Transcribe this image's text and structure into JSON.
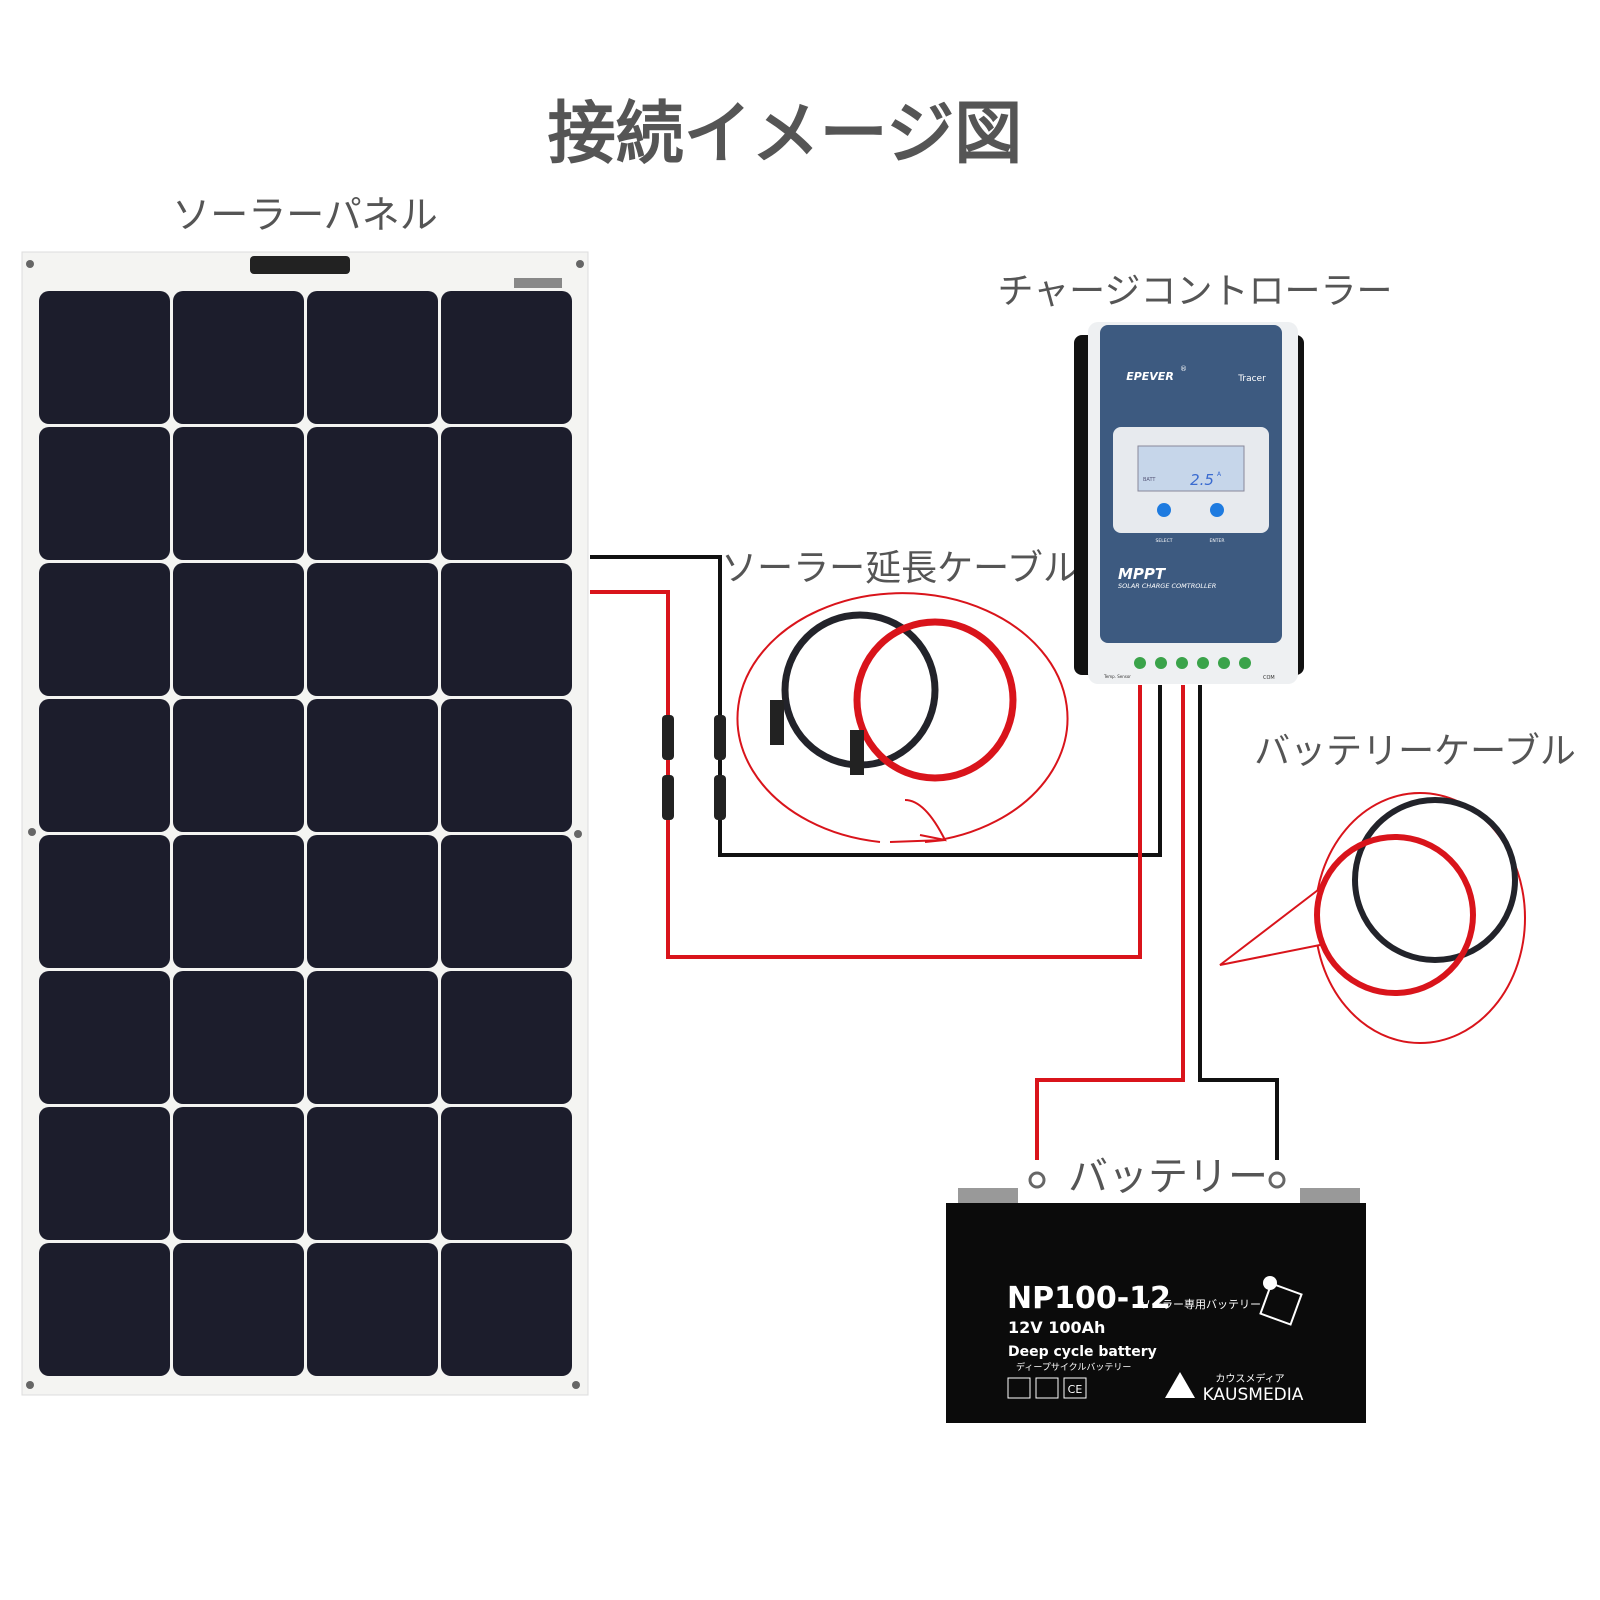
{
  "title": "接続イメージ図",
  "labels": {
    "solar_panel": "ソーラーパネル",
    "charge_controller": "チャージコントローラー",
    "solar_extension_cable": "ソーラー延長ケーブル",
    "battery_cable": "バッテリーケーブル",
    "battery": "バッテリー"
  },
  "controller": {
    "brand": "EPEVER",
    "registered": "®",
    "model": "Tracer",
    "display_label": "BATT",
    "display_value": "2.5",
    "display_unit": "A",
    "button_select": "SELECT",
    "button_enter": "ENTER",
    "mppt": "MPPT",
    "subtitle": "SOLAR CHARGE COMTROLLER",
    "temp_sensor": "Temp. Sensor",
    "com": "COM"
  },
  "battery_label": {
    "model": "NP100-12",
    "model_jp": "ソーラー専用バッテリー",
    "spec": "12V 100Ah",
    "type": "Deep cycle battery",
    "type_jp": "ディープサイクルバッテリー",
    "ce": "CE",
    "brand_jp": "カウスメディア",
    "brand": "KAUSMEDIA"
  },
  "colors": {
    "wire_red": "#d9141b",
    "wire_black": "#111111",
    "controller_blue": "#3d5a80",
    "panel_cell": "#1c1d2c",
    "bubble": "#d9141b"
  }
}
